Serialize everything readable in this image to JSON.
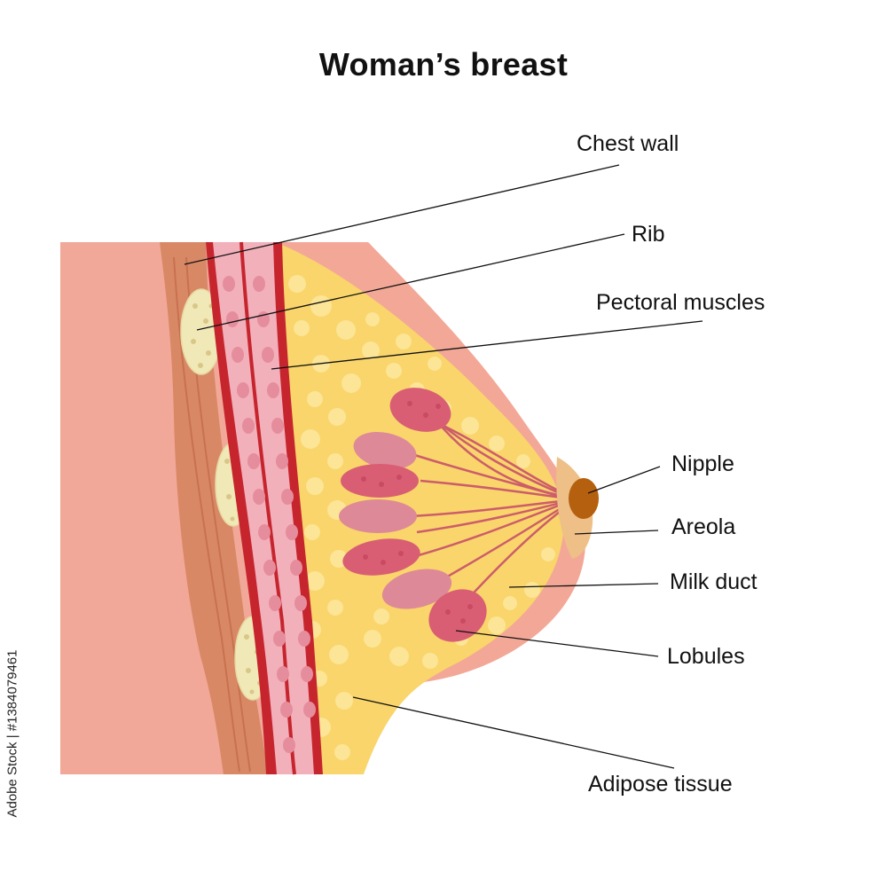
{
  "title": "Woman’s breast",
  "labels": {
    "chest_wall": "Chest wall",
    "rib": "Rib",
    "pectoral_muscles": "Pectoral muscles",
    "nipple": "Nipple",
    "areola": "Areola",
    "milk_duct": "Milk duct",
    "lobules": "Lobules",
    "adipose_tissue": "Adipose tissue"
  },
  "watermark": "Adobe Stock | #1384079461",
  "colors": {
    "skin": "#f1a898",
    "chest_wall": "#d98866",
    "rib": "#f1e8b8",
    "muscle": "#c6252e",
    "muscle_inner": "#f2b0bb",
    "adipose": "#f9d56b",
    "fat_cells": "#fce596",
    "lobule": "#d95e74",
    "lobule_light": "#de8998",
    "duct": "#cc5d6a",
    "areola": "#eebf86",
    "nipple": "#b5600f"
  }
}
